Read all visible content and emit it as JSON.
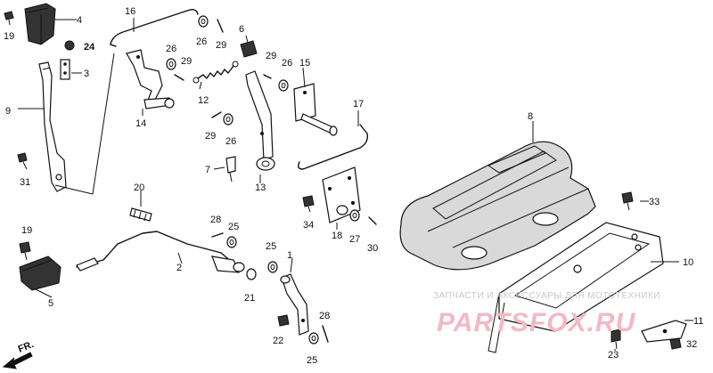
{
  "diagram": {
    "callouts": {
      "c1": "1",
      "c2": "2",
      "c3": "3",
      "c4": "4",
      "c5": "5",
      "c6": "6",
      "c7": "7",
      "c8": "8",
      "c9": "9",
      "c10": "10",
      "c11": "11",
      "c12": "12",
      "c13": "13",
      "c14": "14",
      "c15": "15",
      "c16": "16",
      "c17": "17",
      "c18": "18",
      "c19a": "19",
      "c19b": "19",
      "c20": "20",
      "c21": "21",
      "c22": "22",
      "c23": "23",
      "c24": "24",
      "c25a": "25",
      "c25b": "25",
      "c25c": "25",
      "c26a": "26",
      "c26b": "26",
      "c26c": "26",
      "c26d": "26",
      "c27": "27",
      "c28a": "28",
      "c28b": "28",
      "c29a": "29",
      "c29b": "29",
      "c29c": "29",
      "c29d": "29",
      "c30": "30",
      "c31": "31",
      "c32": "32",
      "c33": "33",
      "c34": "34"
    },
    "direction_label": "FR.",
    "watermark": {
      "top": "ЗАПЧАСТИ И АКСЕССУАРЫ ДЛЯ МОТОТЕХНИКИ",
      "main": "PARTSFOX.RU"
    }
  }
}
